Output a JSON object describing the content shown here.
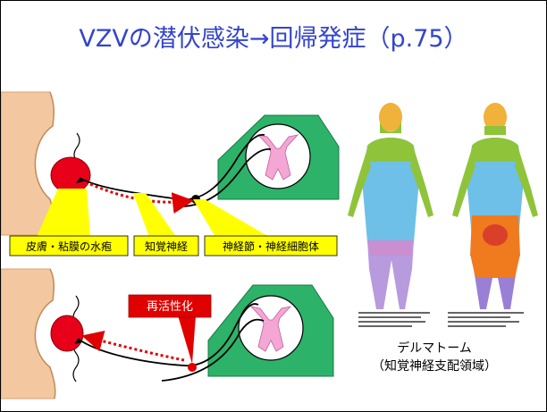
{
  "title": "VZVの潜伏感染→回帰発症（p.75）",
  "labels": {
    "vesicle": "皮膚・粘膜の水疱",
    "sensory_nerve": "知覚神経",
    "ganglion": "神経節・神経細胞体",
    "reactivation": "再活性化"
  },
  "figure_caption": {
    "line1": "デルマトーム",
    "line2": "（知覚神経支配領域）"
  },
  "colors": {
    "title": "#3344cc",
    "callout": "#ffff00",
    "reactivation": "#ee0000",
    "spinal_cord": "#2db26a",
    "gray_matter": "#f4a6d4",
    "skin": "#f3c8a0"
  }
}
